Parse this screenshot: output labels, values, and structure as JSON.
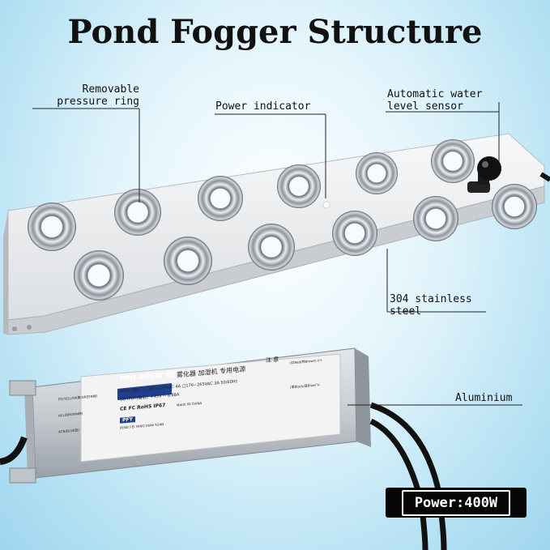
{
  "title": "Pond Fogger Structure",
  "callouts": {
    "pressure_ring": [
      "Removable",
      "pressure ring"
    ],
    "power_indicator": "Power indicator",
    "water_sensor": [
      "Automatic water",
      "level sensor"
    ],
    "steel": [
      "304 stainless",
      "steel"
    ],
    "aluminium": "Aluminium"
  },
  "power_badge": "Power:400W",
  "label_text": {
    "model": "PFH-400W 45V",
    "product_cn": "雾化器 加湿机 专用电源",
    "input": "INPUT(输入): □90~120VAC 4A  □176~265VAC 3A 50/60Hz",
    "output": "OUTPUT(输出): +45V ⎓ 8.88A",
    "certs": "CE FC  RoHS IP67",
    "made_in": "MADE IN CHINA",
    "wire_fg": "FG(YELLOW黄/GREEN绿)",
    "wire_acl": "ACL(BROWN棕)",
    "wire_acn": "ACN(BLUE蓝)",
    "brand": "PFY",
    "maker": "PENG FEI YANG DIAN YUAN",
    "v_plus": "(红Red/棕Brown) V+",
    "v_minus": "(黑Black/蓝Blue) V-",
    "notice": "注 意"
  },
  "colors": {
    "bg_light": "#dff3fb",
    "bg_dark": "#9fd6ee",
    "badge_bg": "#050505",
    "label_bg": "#f4f4f4",
    "model_bg": "#1f3f8f"
  }
}
